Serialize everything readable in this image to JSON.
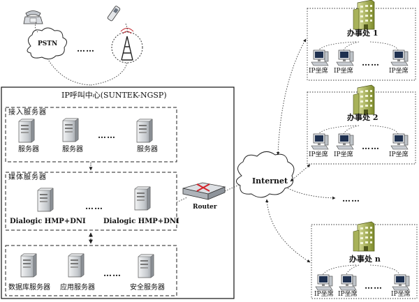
{
  "call_center": {
    "title": "IP呼叫中心(SUNTEK-NGSP)",
    "access_group": {
      "label": "接入服务器",
      "servers": [
        "服务器",
        "服务器",
        "服务器"
      ],
      "ellipsis": "……"
    },
    "media_group": {
      "label": "媒体服务器",
      "servers": [
        "Dialogic HMP+DNI",
        "Dialogic HMP+DNI"
      ],
      "ellipsis": "……"
    },
    "app_group": {
      "servers": [
        "数据库服务器",
        "应用服务器",
        "安全服务器"
      ],
      "ellipsis": "……"
    }
  },
  "pstn": {
    "label": "PSTN",
    "ellipsis": "……"
  },
  "router": {
    "label": "Router"
  },
  "internet": {
    "label": "Internet",
    "ellipsis": "……"
  },
  "offices": [
    {
      "name": "办事处 1",
      "seats": [
        "IP坐席",
        "IP坐席",
        "IP坐席"
      ],
      "ellipsis": "……"
    },
    {
      "name": "办事处 2",
      "seats": [
        "IP坐席",
        "IP坐席",
        "IP坐席"
      ],
      "ellipsis": "……"
    },
    {
      "name": "办事处 n",
      "seats": [
        "IP坐席",
        "IP坐席",
        "IP坐席"
      ],
      "ellipsis": "……"
    }
  ],
  "colors": {
    "line": "#222222",
    "building": "#8f9a3a",
    "building_light": "#c9d08a",
    "server": "#9aa0a6",
    "server_light": "#e6e8ea",
    "router": "#cfd3d8",
    "router_mark": "#d4232a",
    "monitor": "#2a3a5a"
  },
  "icons": [
    "telephone-icon",
    "mobile-phone-icon",
    "radio-tower-icon",
    "cloud-icon",
    "server-icon",
    "router-icon",
    "office-building-icon",
    "workstation-icon"
  ]
}
